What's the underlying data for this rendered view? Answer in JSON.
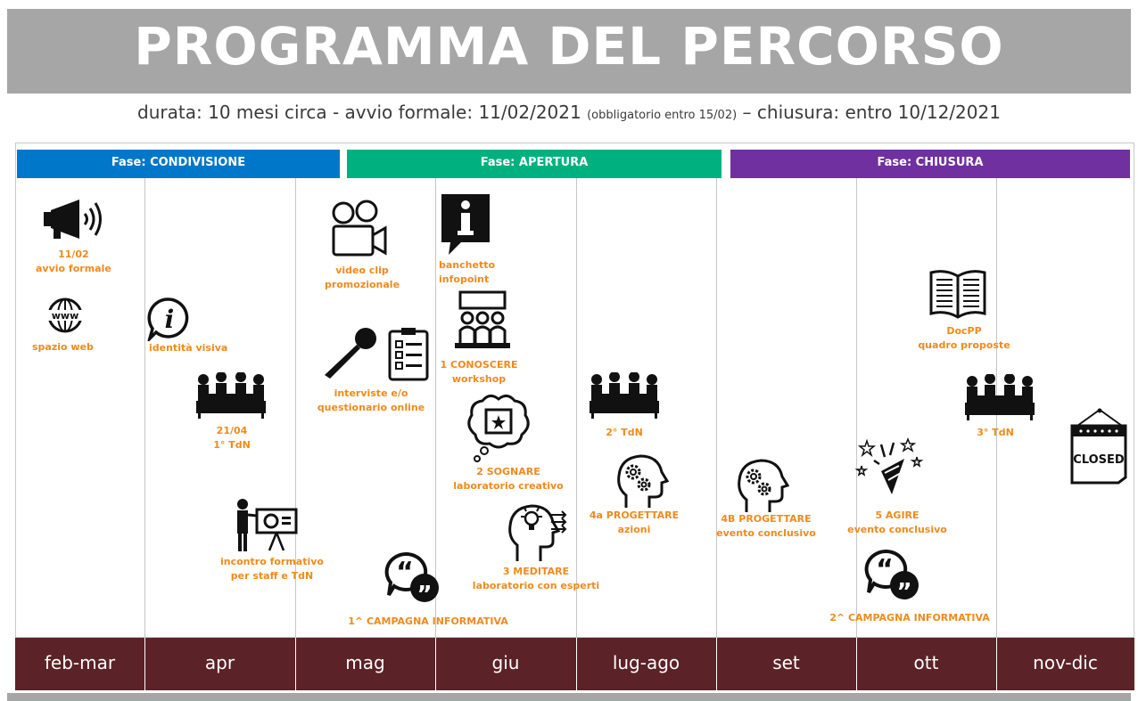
{
  "title": "PROGRAMMA DEL PERCORSO",
  "subtitle": {
    "main": "durata:  10 mesi circa - avvio formale: 11/02/2021 ",
    "note": "(obbligatorio entro 15/02)",
    "end": " – chiusura:  entro 10/12/2021"
  },
  "phases": {
    "condivisione": "Fase: CONDIVISIONE",
    "apertura": "Fase: APERTURA",
    "chiusura": "Fase: CHIUSURA"
  },
  "months": [
    "feb-mar",
    "apr",
    "mag",
    "giu",
    "lug-ago",
    "set",
    "ott",
    "nov-dic"
  ],
  "items": {
    "avvio": [
      "11/02",
      "avvio formale"
    ],
    "web": "spazio web",
    "identita": "identità visiva",
    "tdn1": [
      "21/04",
      "1°  TdN"
    ],
    "incontro": [
      "incontro formativo",
      "per staff e TdN"
    ],
    "video": [
      "video clip",
      "promozionale"
    ],
    "interviste": [
      "interviste e/o",
      "questionario online"
    ],
    "campagna1": "1^ CAMPAGNA INFORMATIVA",
    "banchetto": [
      "banchetto",
      "infopoint"
    ],
    "conoscere": [
      "1 CONOSCERE",
      "workshop"
    ],
    "sognare": [
      "2 SOGNARE",
      "laboratorio creativo"
    ],
    "meditare": [
      "3 MEDITARE",
      "laboratorio con esperti"
    ],
    "tdn2": "2°  TdN",
    "progettare4a": [
      "4a PROGETTARE",
      "azioni"
    ],
    "progettare4b": [
      "4B PROGETTARE",
      "evento conclusivo"
    ],
    "agire": [
      "5 AGIRE",
      "evento conclusivo"
    ],
    "campagna2": "2^ CAMPAGNA INFORMATIVA",
    "docpp": [
      "DocPP",
      "quadro proposte"
    ],
    "tdn3": "3°  TdN",
    "closed_sign": "CLOSED"
  },
  "colors": {
    "banner": "#a6a6a6",
    "condivisione": "#0077c8",
    "apertura": "#00b07f",
    "chiusura": "#7030a0",
    "months_bar": "#5b2227",
    "label_orange": "#f08a1c"
  },
  "icons": [
    "megaphone-icon",
    "globe-www-icon",
    "info-bubble-icon",
    "meeting-icon",
    "presentation-icon",
    "video-camera-icon",
    "microphone-icon",
    "checklist-icon",
    "quote-bubble-icon",
    "info-kiosk-icon",
    "workshop-icon",
    "dream-cloud-icon",
    "idea-head-icon",
    "gear-head-icon",
    "confetti-icon",
    "open-book-icon",
    "closed-sign-icon"
  ]
}
